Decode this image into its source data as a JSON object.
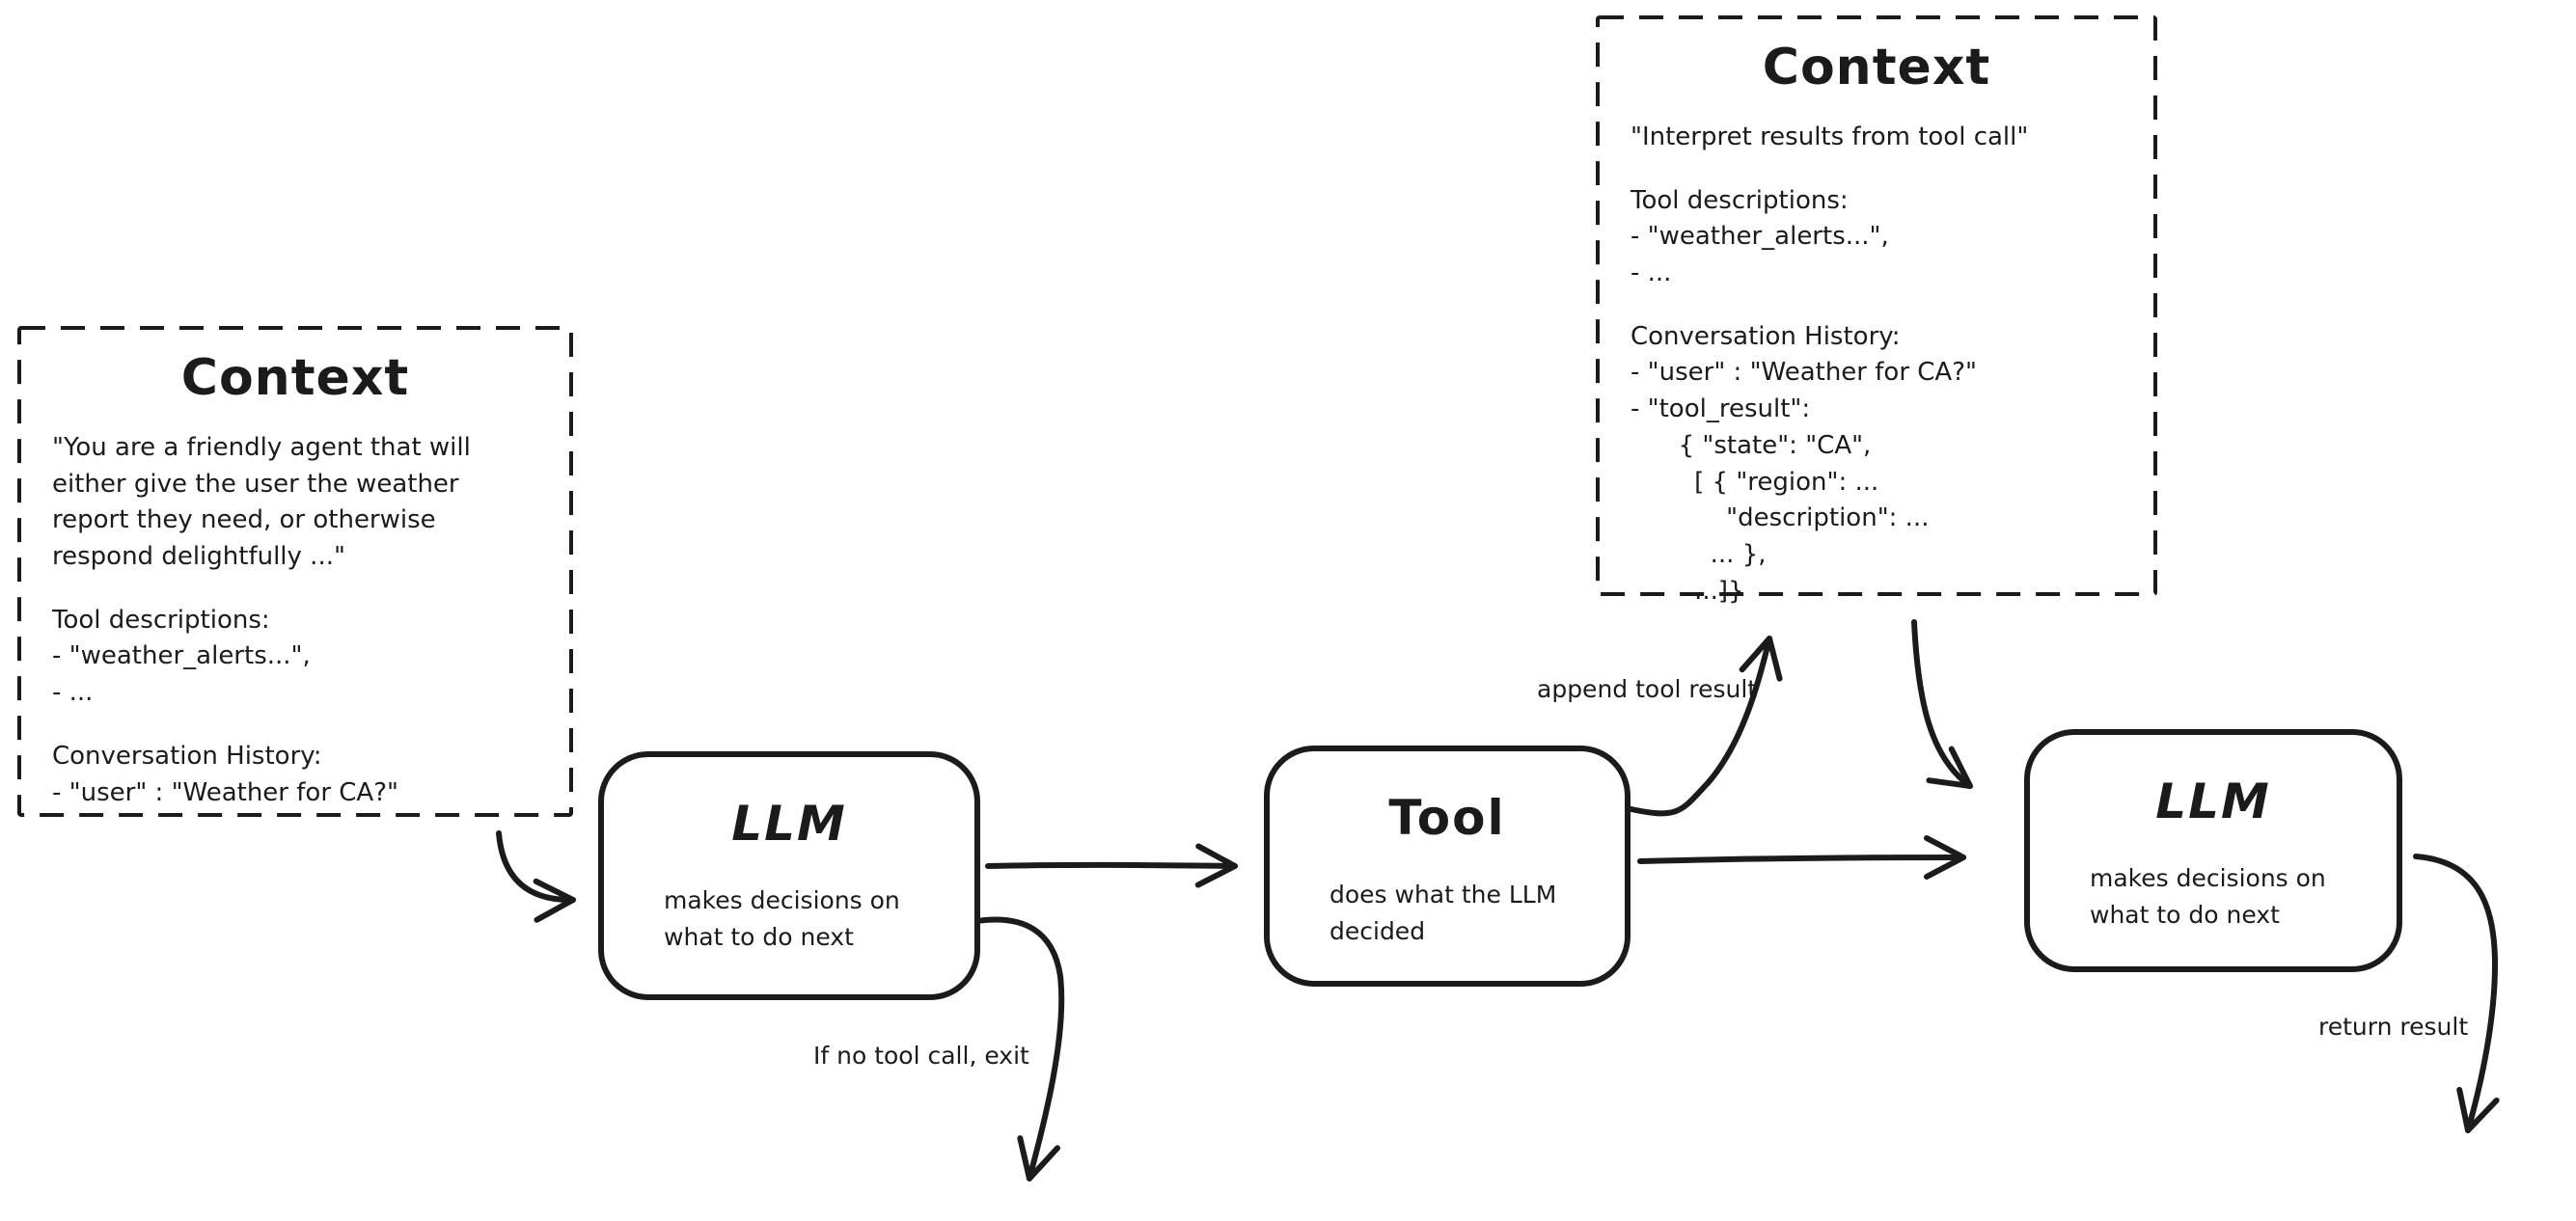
{
  "colors": {
    "ink": "#1b1b1b",
    "background": "#ffffff"
  },
  "context_left": {
    "title": "Context",
    "paragraphs": [
      "\"You are a friendly agent that will\neither give the user the weather\nreport they need, or otherwise\nrespond delightfully ...\"",
      "Tool descriptions:\n- \"weather_alerts...\",\n- ...",
      "Conversation History:\n- \"user\" : \"Weather for CA?\""
    ]
  },
  "context_top": {
    "title": "Context",
    "paragraphs": [
      "\"Interpret results from tool call\"",
      "Tool descriptions:\n- \"weather_alerts...\",\n- ...",
      "Conversation History:\n- \"user\" : \"Weather for CA?\"\n- \"tool_result\":\n      { \"state\": \"CA\",\n        [ { \"region\": ...\n            \"description\": ...\n          ... },\n        ...]}"
    ]
  },
  "nodes": {
    "llm1": {
      "title": "LLM",
      "subtitle": "makes decisions on\nwhat to do next"
    },
    "tool": {
      "title": "Tool",
      "subtitle": "does what the LLM\ndecided"
    },
    "llm2": {
      "title": "LLM",
      "subtitle": "makes decisions on\nwhat to do next"
    }
  },
  "edge_labels": {
    "append_tool_result": "append tool result",
    "if_no_tool_call_exit": "If no tool call, exit",
    "return_result": "return result"
  }
}
